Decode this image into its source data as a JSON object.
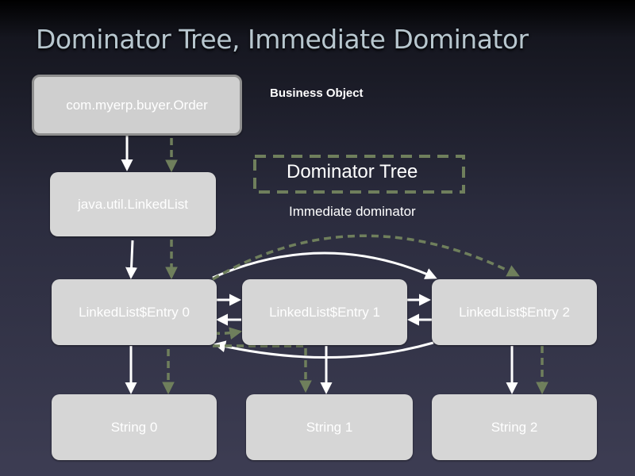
{
  "title": "Dominator Tree, Immediate Dominator",
  "annotations": {
    "business_object": "Business Object",
    "legend_dominator_tree": "Dominator Tree",
    "immediate_dominator": "Immediate dominator"
  },
  "nodes": {
    "order": "com.myerp.buyer.Order",
    "linked_list": "java.util.LinkedList",
    "entry0": "LinkedList$Entry 0",
    "entry1": "LinkedList$Entry 1",
    "entry2": "LinkedList$Entry 2",
    "string0": "String 0",
    "string1": "String 1",
    "string2": "String 2"
  },
  "colors": {
    "reference_arrow": "#ffffff",
    "dominator_arrow": "#6f7f5c",
    "node_fill": "#d6d6d6",
    "node_text": "#ffffff",
    "title": "#b8c7cf"
  }
}
